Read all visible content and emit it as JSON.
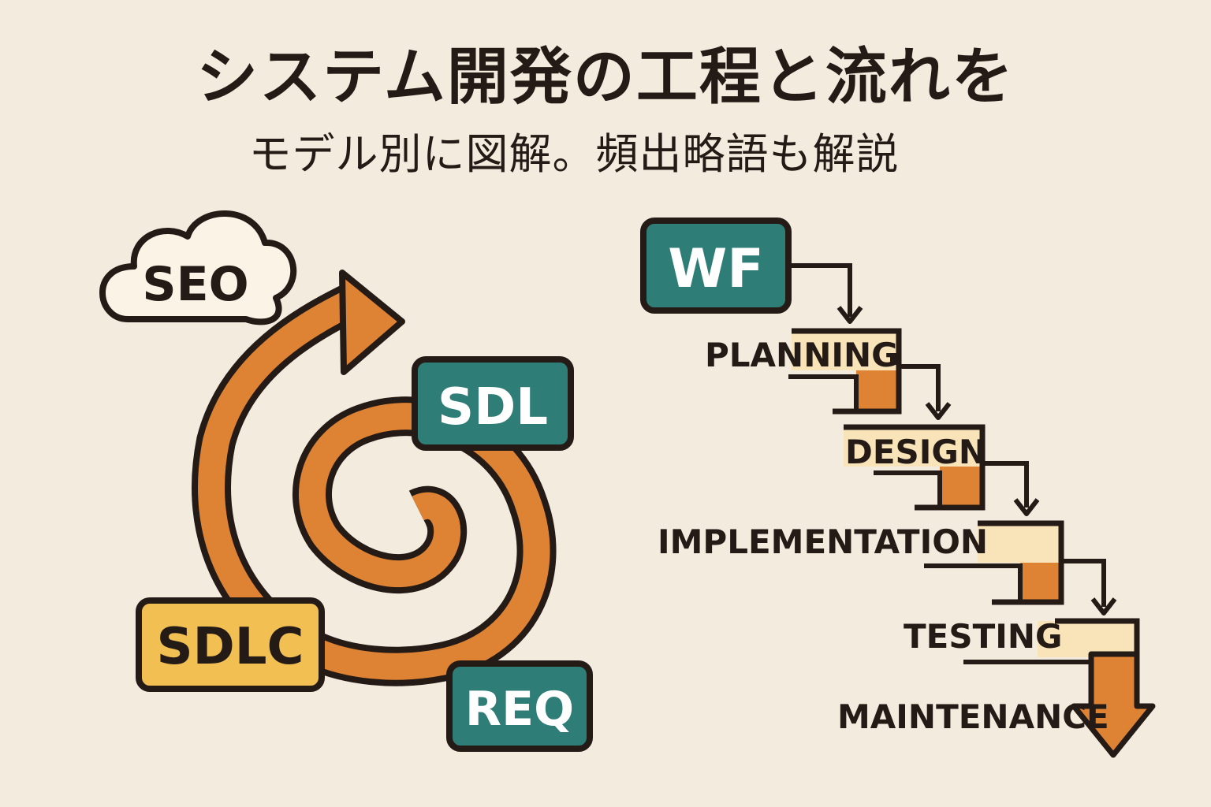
{
  "header": {
    "title": "システム開発の工程と流れを",
    "subtitle": "モデル別に図解。頻出略語も解説"
  },
  "spiral_model": {
    "cloud_label": "SEO",
    "boxes": {
      "sdl": "SDL",
      "sdlc": "SDLC",
      "req": "REQ"
    }
  },
  "waterfall_model": {
    "header_label": "WF",
    "steps": [
      "PLANNING",
      "DESIGN",
      "IMPLEMENTATION",
      "TESTING",
      "MAINTENANCE"
    ]
  },
  "colors": {
    "background": "#f3ebdd",
    "outline": "#241a16",
    "orange": "#de8233",
    "teal": "#2e7d77",
    "yellow": "#f2c052",
    "cream": "#f8e4b8"
  }
}
